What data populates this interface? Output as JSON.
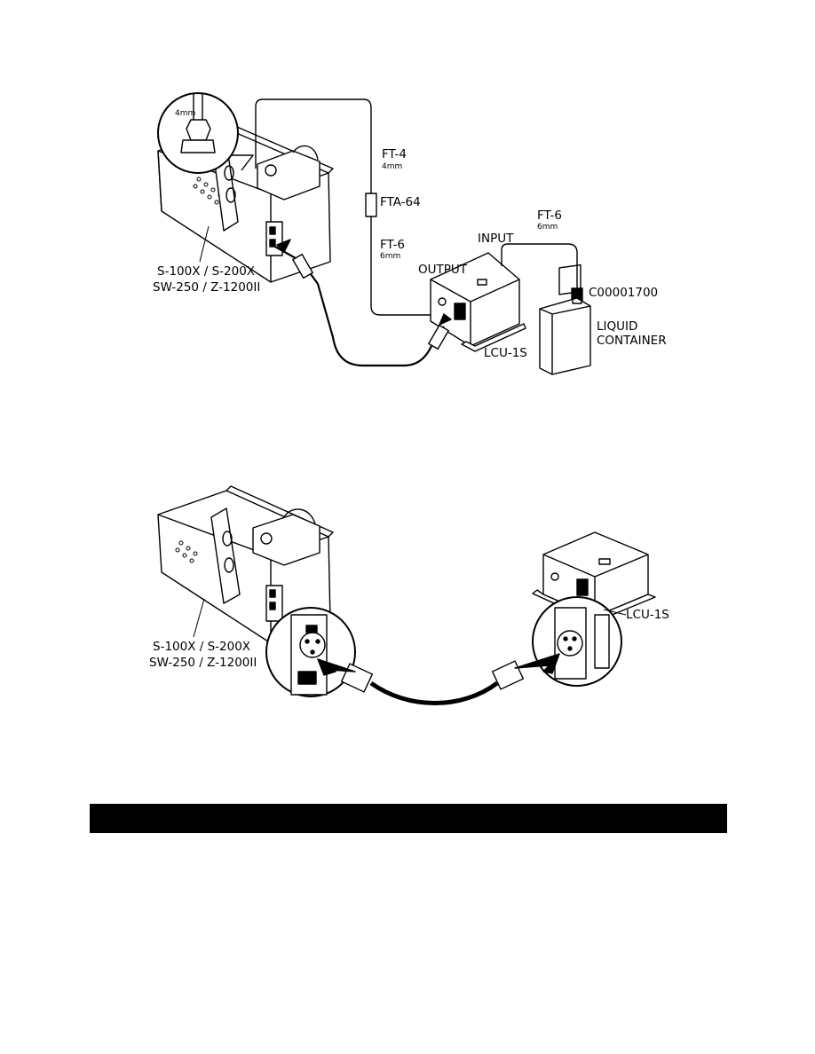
{
  "diagram1": {
    "zoom_label": "4mm",
    "tube_ft4": "FT-4",
    "tube_ft4_size": "4mm",
    "adapter": "FTA-64",
    "tube_ft6": "FT-6",
    "tube_ft6_size": "6mm",
    "tube_ft6b": "FT-6",
    "tube_ft6b_size": "6mm",
    "input": "INPUT",
    "output": "OUTPUT",
    "part_number": "C00001700",
    "container_line1": "LIQUID",
    "container_line2": "CONTAINER",
    "unit": "LCU-1S",
    "machine_line1": "S-100X / S-200X",
    "machine_line2": "SW-250 / Z-1200II"
  },
  "diagram2": {
    "unit": "LCU-1S",
    "machine_line1": "S-100X / S-200X",
    "machine_line2": "SW-250 / Z-1200II"
  },
  "section_bar": {
    "color": "#000000"
  }
}
